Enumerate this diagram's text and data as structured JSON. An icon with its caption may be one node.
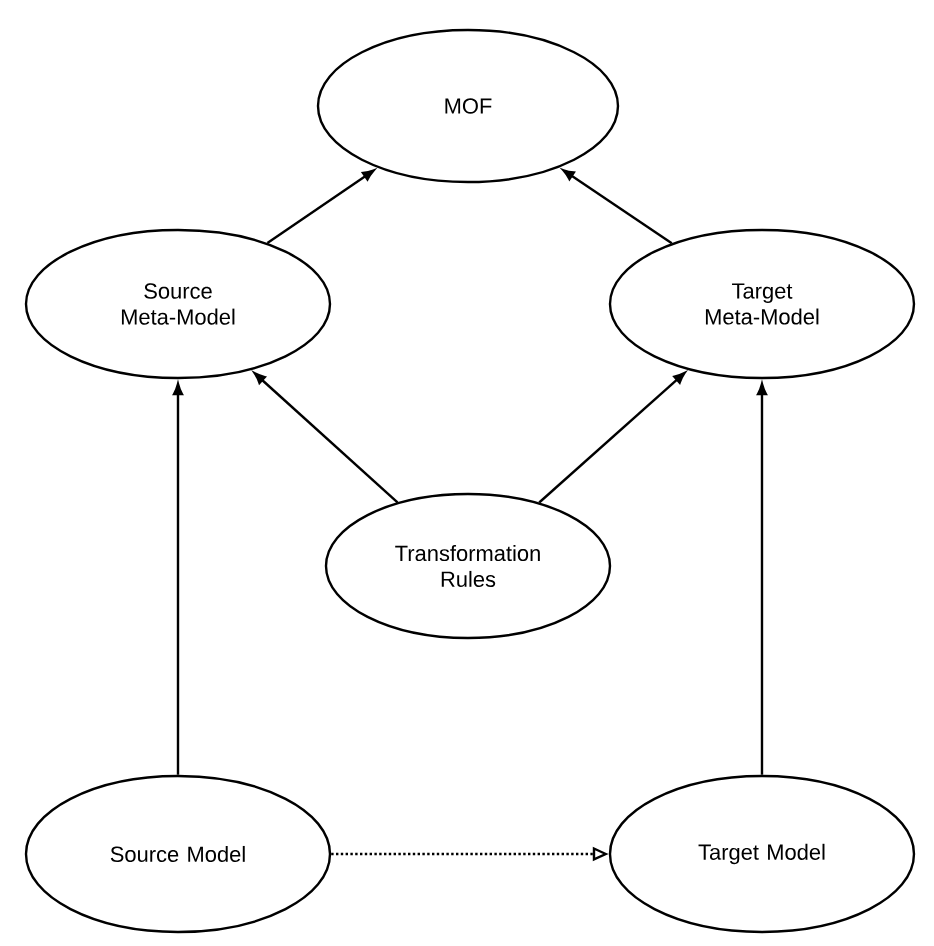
{
  "diagram": {
    "nodes": [
      {
        "text": [
          "MOF"
        ]
      },
      {
        "text": [
          "Source Meta-Model"
        ]
      },
      {
        "text": [
          "Target Meta-Model"
        ]
      },
      {
        "text": [
          "Transformation Rules"
        ]
      },
      {
        "text": [
          "Source Model"
        ]
      },
      {
        "text": [
          "Target Model"
        ]
      }
    ],
    "edges": [
      {
        "from": 1,
        "to": 0,
        "arrow": "to"
      },
      {
        "from": 2,
        "to": 0,
        "arrow": "to"
      },
      {
        "from": 3,
        "to": 1,
        "arrow": "to"
      },
      {
        "from": 3,
        "to": 2,
        "arrow": "to"
      },
      {
        "from": 4,
        "to": 1,
        "arrow": "to"
      },
      {
        "from": 5,
        "to": 2,
        "arrow": "to"
      },
      {
        "from": 4,
        "to": 5,
        "arrow": "to",
        "style": "dashed"
      }
    ]
  }
}
